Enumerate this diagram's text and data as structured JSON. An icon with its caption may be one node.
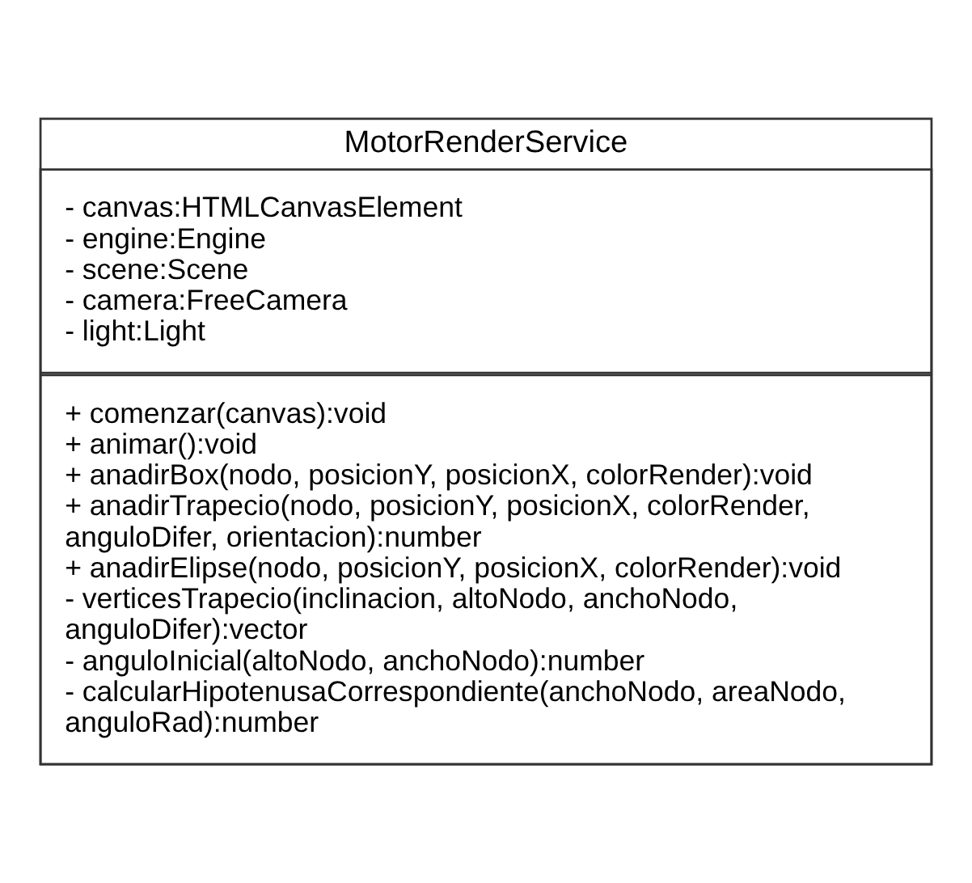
{
  "diagram": {
    "nodes": [
      {
        "text": [
          "MotorRenderService"
        ]
      },
      {
        "text": [
          "- canvas:HTMLCanvasElement",
          "- engine:Engine",
          "- scene:Scene",
          "- camera:FreeCamera",
          "- light:Light"
        ],
        "in": 0
      },
      {
        "text": [
          "+ comenzar(canvas):void",
          "+ animar():void",
          "+ anadirBox(nodo, posicionY, posicionX, colorRender):void",
          "+ anadirTrapecio(nodo, posicionY, posicionX, colorRender, anguloDifer, orientacion):number",
          "+ anadirElipse(nodo, posicionY, posicionX, colorRender):void",
          "- verticesTrapecio(inclinacion, altoNodo, anchoNodo, anguloDifer):vector",
          "- anguloInicial(altoNodo, anchoNodo):number",
          "- calcularHipotenusaCorrespondiente(anchoNodo, areaNodo, anguloRad):number"
        ],
        "in": 0
      }
    ],
    "edges": []
  }
}
